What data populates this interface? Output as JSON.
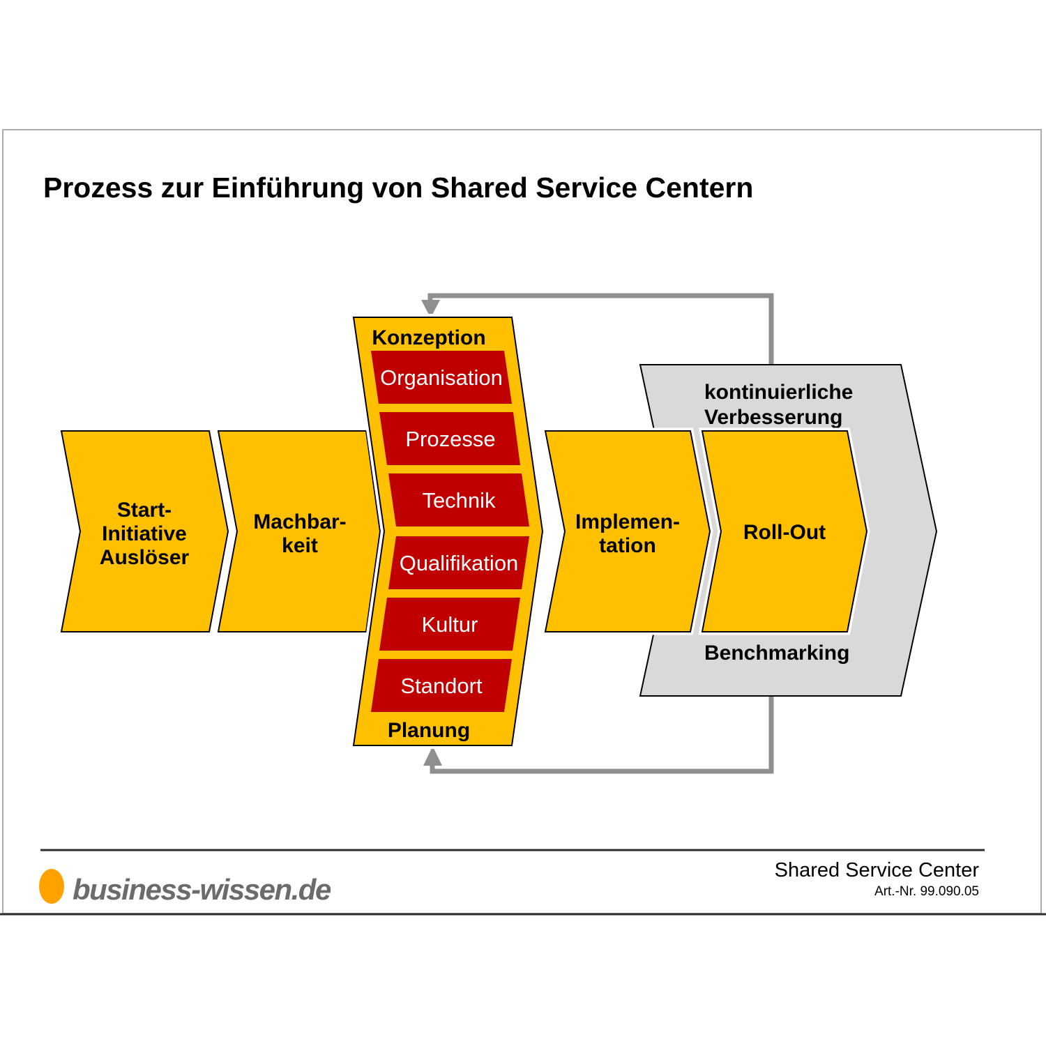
{
  "title": "Prozess zur Einführung von Shared Service Centern",
  "stages": {
    "start": {
      "line1": "Start-",
      "line2": "Initiative",
      "line3": "Auslöser"
    },
    "feasibility": {
      "line1": "Machbar-",
      "line2": "keit"
    },
    "implementation": {
      "line1": "Implemen-",
      "line2": "tation"
    },
    "rollout": {
      "label": "Roll-Out"
    }
  },
  "concept_block": {
    "header": "Konzeption",
    "items": [
      "Organisation",
      "Prozesse",
      "Technik",
      "Qualifikation",
      "Kultur",
      "Standort"
    ],
    "footer": "Planung"
  },
  "improvement_loop": {
    "label_line1": "kontinuierliche",
    "label_line2": "Verbesserung",
    "bottom_label": "Benchmarking"
  },
  "footer": {
    "logo_text": "business-wissen.de",
    "doc_title": "Shared Service Center",
    "art_nr": "Art.-Nr. 99.090.05"
  },
  "colors": {
    "stage_yellow": "#FFC000",
    "concept_red": "#C00000",
    "improvement_gray": "#D9D9D9",
    "loop_gray": "#8F8F8F",
    "logo_orange": "#FFA200",
    "logo_text_gray": "#6B6B6B"
  }
}
